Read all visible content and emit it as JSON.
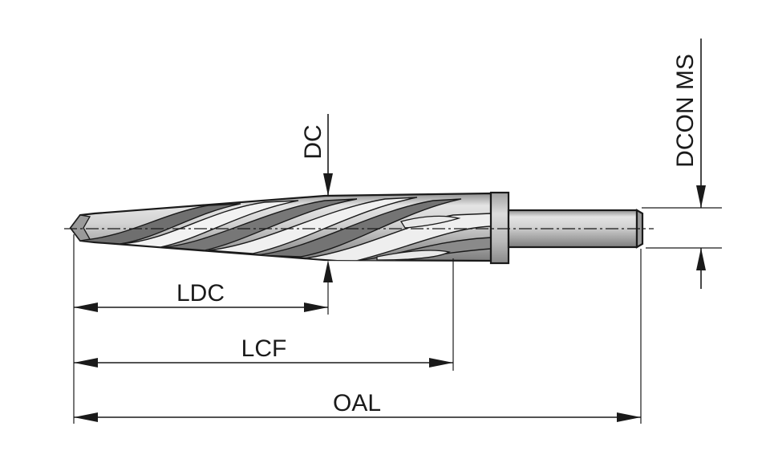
{
  "labels": {
    "ldc": "LDC",
    "lcf": "LCF",
    "oal": "OAL",
    "dc": "DC",
    "dcon_ms": "DCON MS"
  },
  "colors": {
    "line": "#1a1a1a",
    "metal_light": "#d6d6d6",
    "metal_mid": "#a8a8a8",
    "metal_dark": "#7a7a7a",
    "background": "#ffffff"
  }
}
